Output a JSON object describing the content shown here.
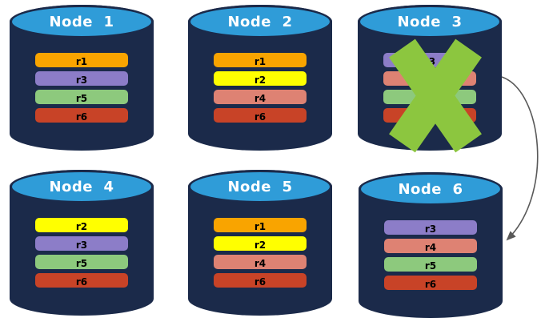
{
  "diagram": {
    "background": "#FFFFFF",
    "cylinder_body_color": "#1B2A4A",
    "cylinder_top_color": "#2F9CD8",
    "title_text_color": "#FFFFFF",
    "replica_label_color": "#000000"
  },
  "replica_palette": {
    "r1": "#F9A400",
    "r2": "#FFFF00",
    "r3": "#8C7DC8",
    "r4": "#DE8273",
    "r5": "#8DC97D",
    "r6": "#C84327"
  },
  "nodes": [
    {
      "title": "Node  1",
      "failed": false,
      "replicas": [
        {
          "label": "r1",
          "color": "#F9A400"
        },
        {
          "label": "r3",
          "color": "#8C7DC8"
        },
        {
          "label": "r5",
          "color": "#8DC97D"
        },
        {
          "label": "r6",
          "color": "#C84327"
        }
      ]
    },
    {
      "title": "Node  2",
      "failed": false,
      "replicas": [
        {
          "label": "r1",
          "color": "#F9A400"
        },
        {
          "label": "r2",
          "color": "#FFFF00"
        },
        {
          "label": "r4",
          "color": "#DE8273"
        },
        {
          "label": "r6",
          "color": "#C84327"
        }
      ]
    },
    {
      "title": "Node  3",
      "failed": true,
      "replicas": [
        {
          "label": "r3",
          "color": "#8C7DC8"
        },
        {
          "label": "",
          "color": "#DE8273"
        },
        {
          "label": "",
          "color": "#8DC97D"
        },
        {
          "label": "",
          "color": "#C84327"
        }
      ]
    },
    {
      "title": "Node  4",
      "failed": false,
      "replicas": [
        {
          "label": "r2",
          "color": "#FFFF00"
        },
        {
          "label": "r3",
          "color": "#8C7DC8"
        },
        {
          "label": "r5",
          "color": "#8DC97D"
        },
        {
          "label": "r6",
          "color": "#C84327"
        }
      ]
    },
    {
      "title": "Node  5",
      "failed": false,
      "replicas": [
        {
          "label": "r1",
          "color": "#F9A400"
        },
        {
          "label": "r2",
          "color": "#FFFF00"
        },
        {
          "label": "r4",
          "color": "#DE8273"
        },
        {
          "label": "r6",
          "color": "#C84327"
        }
      ]
    },
    {
      "title": "Node  6",
      "failed": false,
      "replicas": [
        {
          "label": "r3",
          "color": "#8C7DC8"
        },
        {
          "label": "r4",
          "color": "#DE8273"
        },
        {
          "label": "r5",
          "color": "#8DC97D"
        },
        {
          "label": "r6",
          "color": "#C84327"
        }
      ]
    }
  ],
  "annotations": {
    "failure_x_color": "#8CC63F",
    "arrow_color": "#595959",
    "arrow_from": "Node 3",
    "arrow_to": "Node 6"
  }
}
